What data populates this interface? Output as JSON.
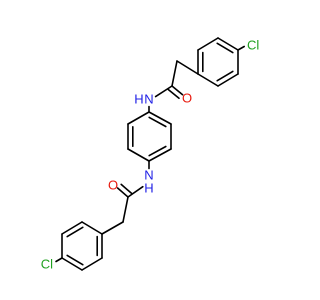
{
  "molecule": {
    "atoms": {
      "cl_top": "Cl",
      "o_top": "O",
      "n_top": "N",
      "h_top": "H",
      "n_bottom": "N",
      "h_bottom": "H",
      "o_bottom": "O",
      "cl_bottom": "Cl"
    },
    "colors": {
      "bond": "#000000",
      "chlorine": "#1fa01f",
      "oxygen": "#e8190d",
      "nitrogen": "#2222e6"
    }
  }
}
